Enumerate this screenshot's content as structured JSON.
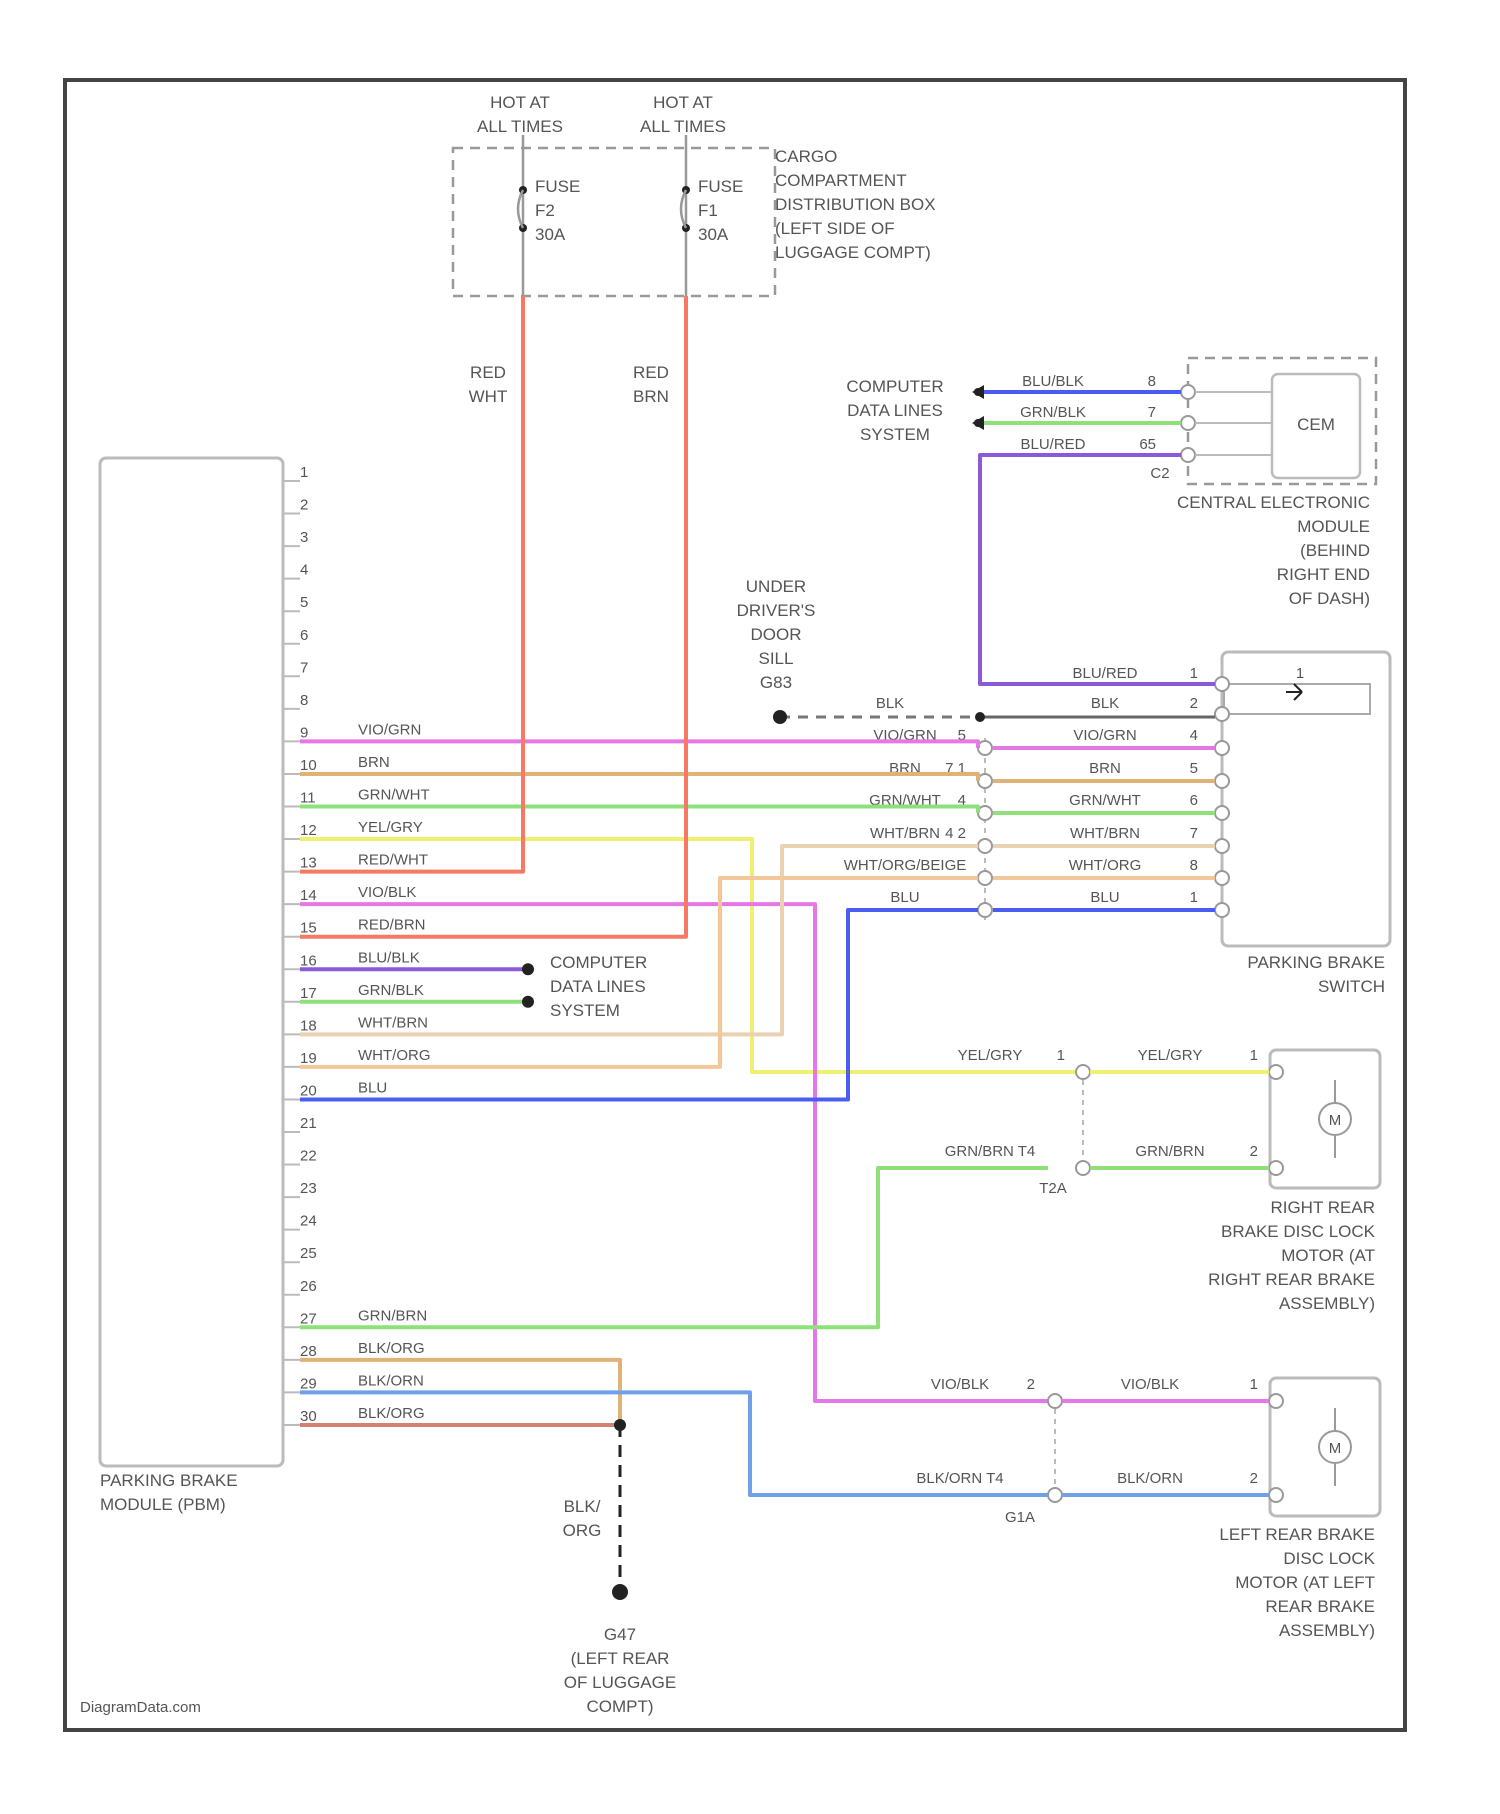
{
  "watermark": "DiagramData.com",
  "colors": {
    "frame": "#444444",
    "outline": "#bbbbbb",
    "label": "#555555",
    "red": "#f47a64",
    "purple": "#8a5ad8",
    "violet": "#e478e6",
    "brown": "#e0b277",
    "green": "#8ee07a",
    "yellow": "#f0f070",
    "tan": "#e9d2b2",
    "orange": "#f3c79a",
    "blue": "#4b5cf0",
    "lightblue": "#6fa0e8",
    "dark_red": "#d28070",
    "black": "#222222"
  },
  "hot_labels": [
    [
      "HOT AT",
      "ALL TIMES"
    ],
    [
      "HOT AT",
      "ALL TIMES"
    ]
  ],
  "fuses": [
    [
      "FUSE",
      "F2",
      "30A"
    ],
    [
      "FUSE",
      "F1",
      "30A"
    ]
  ],
  "cargo_box_label": [
    "CARGO",
    "COMPARTMENT",
    "DISTRIBUTION BOX",
    "(LEFT SIDE OF",
    "LUGGAGE COMPT)"
  ],
  "fuse_wires": [
    [
      "RED",
      "WHT"
    ],
    [
      "RED",
      "BRN"
    ]
  ],
  "pbm": {
    "label": [
      "PARKING BRAKE",
      "MODULE (PBM)"
    ],
    "pins": [
      "1",
      "2",
      "3",
      "4",
      "5",
      "6",
      "7",
      "8",
      "9",
      "10",
      "11",
      "12",
      "13",
      "14",
      "15",
      "16",
      "17",
      "18",
      "19",
      "20",
      "21",
      "22",
      "23",
      "24",
      "25",
      "26",
      "27",
      "28",
      "29",
      "30"
    ],
    "wire_labels": {
      "9": "VIO/GRN",
      "10": "BRN",
      "11": "GRN/WHT",
      "12": "YEL/GRY",
      "13": "RED/WHT",
      "14": "VIO/BLK",
      "15": "RED/BRN",
      "16": "BLU/BLK",
      "17": "GRN/BLK",
      "18": "WHT/BRN",
      "19": "WHT/ORG",
      "20": "BLU",
      "27": "GRN/BRN",
      "28": "BLK/ORG",
      "29": "BLK/ORN",
      "30": "BLK/ORG"
    }
  },
  "computer_data_1": [
    "COMPUTER",
    "DATA LINES",
    "SYSTEM"
  ],
  "computer_data_2": [
    "COMPUTER",
    "DATA LINES",
    "SYSTEM"
  ],
  "cem": {
    "box": "CEM",
    "connector": "C2",
    "label": [
      "CENTRAL ELECTRONIC",
      "MODULE",
      "(BEHIND",
      "RIGHT END",
      "OF DASH)"
    ],
    "wires": [
      {
        "label": "BLU/BLK",
        "pin": "8"
      },
      {
        "label": "GRN/BLK",
        "pin": "7"
      },
      {
        "label": "BLU/RED",
        "pin": "65"
      }
    ]
  },
  "ground_door": [
    "UNDER",
    "DRIVER'S",
    "DOOR",
    "SILL",
    "G83"
  ],
  "pbs": {
    "label": [
      "PARKING BRAKE",
      "SWITCH"
    ],
    "top_wires": [
      {
        "label": "BLU/RED",
        "pin": "1"
      },
      {
        "label": "BLK",
        "pin": "2"
      }
    ],
    "ground_wire_label": "BLK",
    "conn_wires": [
      {
        "l": "VIO/GRN",
        "lp": "5",
        "r": "VIO/GRN",
        "rp": "4"
      },
      {
        "l": "BRN",
        "lp": "7 1",
        "r": "BRN",
        "rp": "5"
      },
      {
        "l": "GRN/WHT",
        "lp": "4",
        "r": "GRN/WHT",
        "rp": "6"
      },
      {
        "l": "WHT/BRN",
        "lp": "4 2",
        "r": "WHT/BRN",
        "rp": "7"
      },
      {
        "l": "WHT/ORG/BEIGE",
        "lp": "",
        "r": "WHT/ORG",
        "rp": "8"
      },
      {
        "l": "BLU",
        "lp": "",
        "r": "BLU",
        "rp": "1"
      }
    ]
  },
  "right_motor": {
    "label": [
      "RIGHT REAR",
      "BRAKE DISC LOCK",
      "MOTOR (AT",
      "RIGHT REAR BRAKE",
      "ASSEMBLY)"
    ],
    "wire1": {
      "l": "YEL/GRY",
      "lp": "1",
      "r": "YEL/GRY",
      "rp": "1"
    },
    "wire2": {
      "l": "GRN/BRN T4",
      "lp": "",
      "r": "GRN/BRN",
      "rp": "2"
    },
    "conn": "T2A",
    "symbol": "M"
  },
  "left_motor": {
    "label": [
      "LEFT REAR BRAKE",
      "DISC LOCK",
      "MOTOR (AT LEFT",
      "REAR BRAKE",
      "ASSEMBLY)"
    ],
    "wire1": {
      "l": "VIO/BLK",
      "lp": "2",
      "r": "VIO/BLK",
      "rp": "1"
    },
    "wire2": {
      "l": "BLK/ORN T4",
      "lp": "",
      "r": "BLK/ORN",
      "rp": "2"
    },
    "conn": "G1A",
    "symbol": "M"
  },
  "rear_ground_wire": [
    "BLK/",
    "ORG"
  ],
  "rear_ground": [
    "G47",
    "(LEFT REAR",
    "OF LUGGAGE",
    "COMPT)"
  ]
}
